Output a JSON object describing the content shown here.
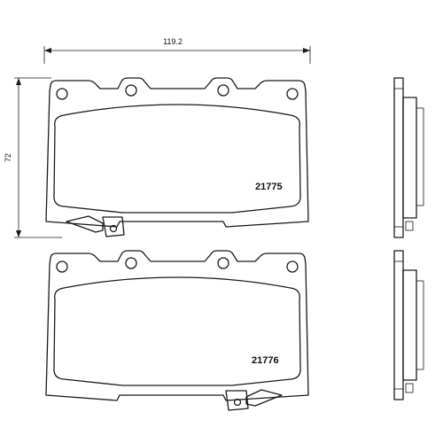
{
  "dimensions": {
    "width_label": "119.2",
    "height_label": "72"
  },
  "pads": [
    {
      "part_number": "21775"
    },
    {
      "part_number": "21776"
    }
  ],
  "colors": {
    "line": "#1a1a1a",
    "background": "#ffffff"
  }
}
